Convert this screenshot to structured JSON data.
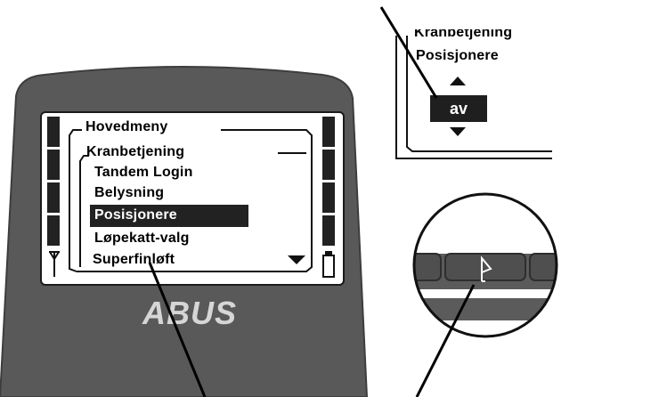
{
  "device": {
    "brand_logo": "ABUS",
    "menu": {
      "level1": "Hovedmeny",
      "level2": "Kranbetjening",
      "items": [
        {
          "label": "Tandem Login",
          "selected": false
        },
        {
          "label": "Belysning",
          "selected": false
        },
        {
          "label": "Posisjonere",
          "selected": true
        },
        {
          "label": "Løpekatt-valg",
          "selected": false
        },
        {
          "label": "Superfinløft",
          "selected": false
        }
      ]
    },
    "left_icon": "antenna-icon",
    "right_icon": "battery-icon",
    "scroll_indicator": "triangle-down-icon"
  },
  "zoom_value_panel": {
    "parent_label": "Kranbetjening",
    "item_label": "Posisjonere",
    "value": "av",
    "up_icon": "triangle-up-icon",
    "down_icon": "triangle-down-icon"
  },
  "zoom_soft_key": {
    "key_icon": "flag-icon"
  },
  "colors": {
    "housing": "#595959",
    "housing_edge": "#4a4a4a",
    "screen_bg": "#ffffff",
    "ink": "#000000",
    "selection_bg": "#222222",
    "logo": "#d9d9d9"
  }
}
